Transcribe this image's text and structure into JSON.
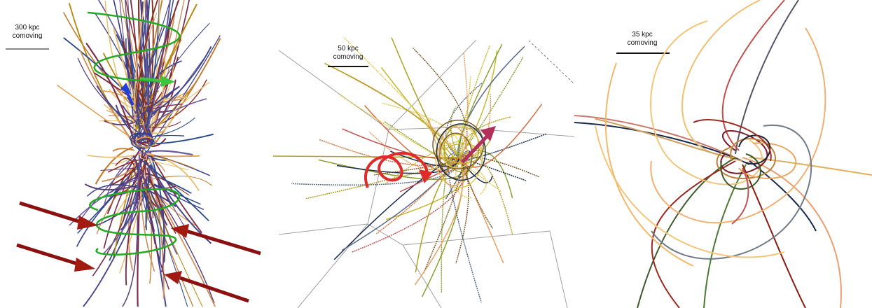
{
  "panels": [
    {
      "id": "left",
      "scale_label_value": "300 kpc",
      "scale_label_unit": "comoving"
    },
    {
      "id": "middle",
      "scale_label_value": "50 kpc",
      "scale_label_unit": "comoving"
    },
    {
      "id": "right",
      "scale_label_value": "35 kpc",
      "scale_label_unit": "comoving"
    }
  ],
  "colors": {
    "spiral_green": "#22aa22",
    "inflow_arrow_red": "#8b1010",
    "spin_arrow_blue": "#1f3fd8",
    "spin_arrow_green": "#3cc43c",
    "helix_red": "#e02b2b",
    "axis_arrow_magenta": "#b3305a",
    "grid_gray": "#9a9a9a"
  }
}
